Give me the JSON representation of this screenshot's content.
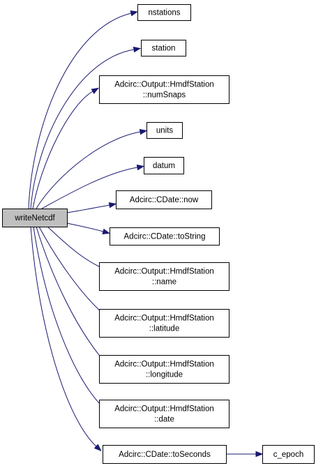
{
  "root": {
    "id": "writeNetcdf",
    "lines": [
      "writeNetcdf"
    ]
  },
  "nodes": [
    {
      "id": "nstations",
      "lines": [
        "nstations"
      ]
    },
    {
      "id": "station",
      "lines": [
        "station"
      ]
    },
    {
      "id": "numSnaps",
      "lines": [
        "Adcirc::Output::HmdfStation",
        "::numSnaps"
      ]
    },
    {
      "id": "units",
      "lines": [
        "units"
      ]
    },
    {
      "id": "datum",
      "lines": [
        "datum"
      ]
    },
    {
      "id": "now",
      "lines": [
        "Adcirc::CDate::now"
      ]
    },
    {
      "id": "toString",
      "lines": [
        "Adcirc::CDate::toString"
      ]
    },
    {
      "id": "name",
      "lines": [
        "Adcirc::Output::HmdfStation",
        "::name"
      ]
    },
    {
      "id": "latitude",
      "lines": [
        "Adcirc::Output::HmdfStation",
        "::latitude"
      ]
    },
    {
      "id": "longitude",
      "lines": [
        "Adcirc::Output::HmdfStation",
        "::longitude"
      ]
    },
    {
      "id": "date",
      "lines": [
        "Adcirc::Output::HmdfStation",
        "::date"
      ]
    },
    {
      "id": "toSeconds",
      "lines": [
        "Adcirc::CDate::toSeconds"
      ]
    },
    {
      "id": "c_epoch",
      "lines": [
        "c_epoch"
      ]
    }
  ],
  "edges": [
    [
      "writeNetcdf",
      "nstations"
    ],
    [
      "writeNetcdf",
      "station"
    ],
    [
      "writeNetcdf",
      "numSnaps"
    ],
    [
      "writeNetcdf",
      "units"
    ],
    [
      "writeNetcdf",
      "datum"
    ],
    [
      "writeNetcdf",
      "now"
    ],
    [
      "writeNetcdf",
      "toString"
    ],
    [
      "writeNetcdf",
      "name"
    ],
    [
      "writeNetcdf",
      "latitude"
    ],
    [
      "writeNetcdf",
      "longitude"
    ],
    [
      "writeNetcdf",
      "date"
    ],
    [
      "writeNetcdf",
      "toSeconds"
    ],
    [
      "toSeconds",
      "c_epoch"
    ]
  ],
  "colors": {
    "edge": "#191970",
    "root_fill": "#bfbfbf",
    "node_fill": "#ffffff",
    "border": "#000000"
  }
}
